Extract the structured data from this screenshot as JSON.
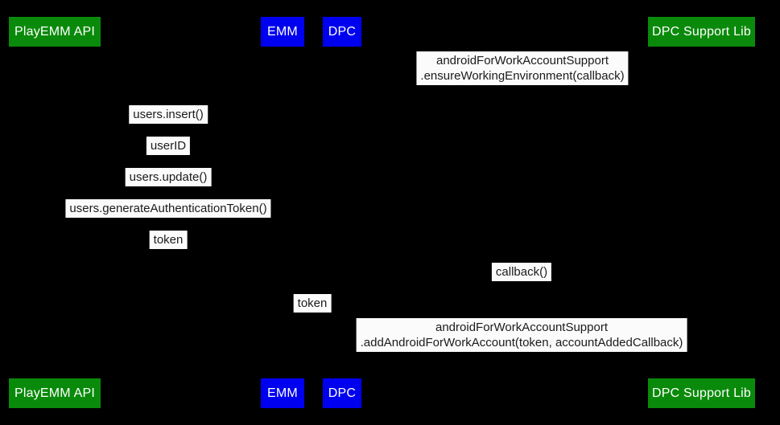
{
  "diagram": {
    "colors": {
      "background": "#000000",
      "green": "#0a8a0a",
      "blue": "#0000f0",
      "label_bg": "#fbfbfb",
      "actor_text": "#ffffff",
      "label_text": "#1b1b1b"
    },
    "actors": [
      {
        "label": "PlayEMM API",
        "color": "green"
      },
      {
        "label": "EMM",
        "color": "blue"
      },
      {
        "label": "DPC",
        "color": "blue"
      },
      {
        "label": "DPC Support Lib",
        "color": "green"
      }
    ],
    "messages": [
      {
        "lines": [
          "androidForWorkAccountSupport",
          ".ensureWorkingEnvironment(callback)"
        ]
      },
      {
        "lines": [
          "users.insert()"
        ]
      },
      {
        "lines": [
          "userID"
        ]
      },
      {
        "lines": [
          "users.update()"
        ]
      },
      {
        "lines": [
          "users.generateAuthenticationToken()"
        ]
      },
      {
        "lines": [
          "token"
        ]
      },
      {
        "lines": [
          "callback()"
        ]
      },
      {
        "lines": [
          "token"
        ]
      },
      {
        "lines": [
          "androidForWorkAccountSupport",
          ".addAndroidForWorkAccount(token, accountAddedCallback)"
        ]
      }
    ]
  }
}
